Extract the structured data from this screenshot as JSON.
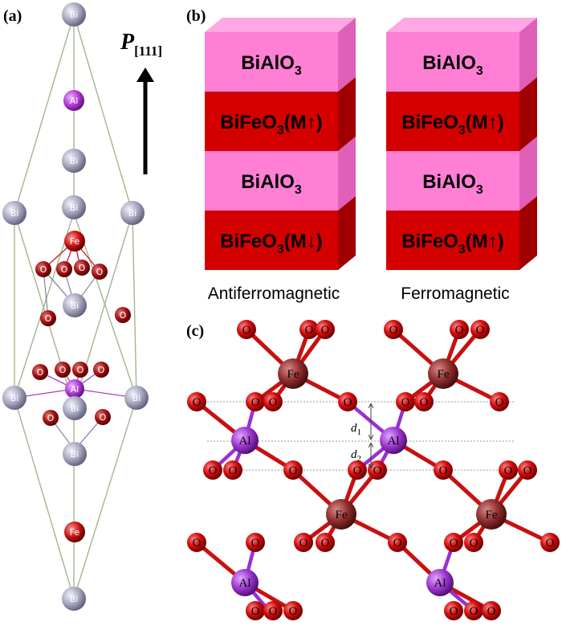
{
  "panel_labels": {
    "a": "(a)",
    "b": "(b)",
    "c": "(c)"
  },
  "polarization": {
    "symbol": "P",
    "subscript": "[111]"
  },
  "panel_a": {
    "atoms": {
      "bi": "Bi",
      "al": "Al",
      "fe": "Fe",
      "o": "O"
    }
  },
  "panel_b": {
    "stacks": [
      {
        "caption": "Antiferromagnetic",
        "layers": [
          {
            "main": "BiAlO",
            "sub": "3",
            "tail": "",
            "kind": "bao"
          },
          {
            "main": "BiFeO",
            "sub": "3",
            "tail": "(M↑)",
            "kind": "bfo"
          },
          {
            "main": "BiAlO",
            "sub": "3",
            "tail": "",
            "kind": "bao"
          },
          {
            "main": "BiFeO",
            "sub": "3",
            "tail": "(M↓)",
            "kind": "bfo"
          }
        ]
      },
      {
        "caption": "Ferromagnetic",
        "layers": [
          {
            "main": "BiAlO",
            "sub": "3",
            "tail": "",
            "kind": "bao"
          },
          {
            "main": "BiFeO",
            "sub": "3",
            "tail": "(M↑)",
            "kind": "bfo"
          },
          {
            "main": "BiAlO",
            "sub": "3",
            "tail": "",
            "kind": "bao"
          },
          {
            "main": "BiFeO",
            "sub": "3",
            "tail": "(M↑)",
            "kind": "bfo"
          }
        ]
      }
    ],
    "colors": {
      "bao_front": "#ff7fd4",
      "bao_top": "#ffa8e3",
      "bao_side": "#e05fb8",
      "bfo_front": "#d40000",
      "bfo_top": "#e23030",
      "bfo_side": "#a00000"
    }
  },
  "panel_c": {
    "atoms": {
      "fe": "Fe",
      "al": "Al",
      "o": "O"
    },
    "distances": {
      "d1": {
        "main": "d",
        "sub": "1"
      },
      "d2": {
        "main": "d",
        "sub": "2"
      }
    }
  },
  "colors": {
    "bi": "#9a9ab2",
    "al": "#9b30d0",
    "fe": "#c01010",
    "o": "#cc0a0a",
    "fe_c": "#8b2a2a",
    "bond": "#7a9a60"
  }
}
